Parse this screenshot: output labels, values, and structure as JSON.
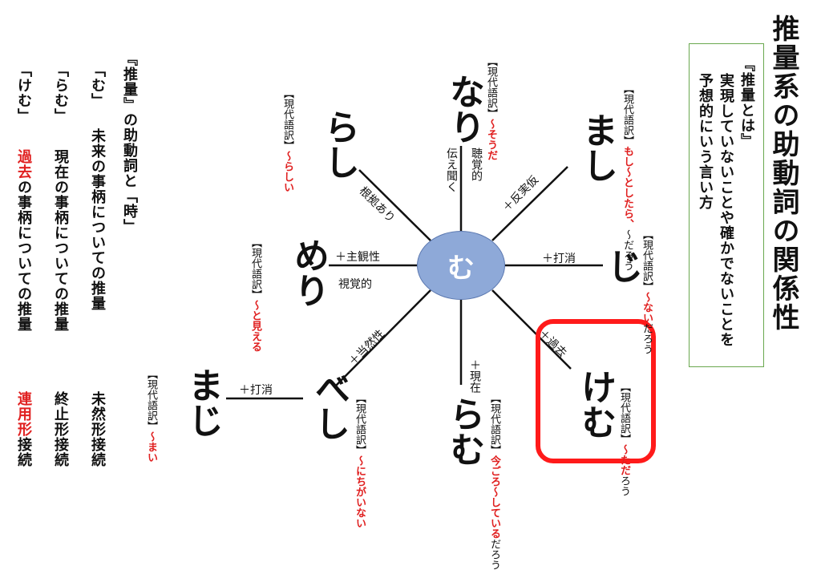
{
  "title": "推量系の助動詞の関係性",
  "definition": {
    "line1": "『推量とは』",
    "line2": "実現していないことや確かでないことを",
    "line3": "予想的にいう言い方"
  },
  "center": "む",
  "trans_head": "【現代語訳】",
  "nodes": {
    "nari": {
      "word": "なり",
      "trans_red": "～そうだ",
      "trans_black": "",
      "edge_a": "聴覚的",
      "edge_b": "伝え聞く"
    },
    "rashi": {
      "word": "らし",
      "trans_red": "～らしい",
      "trans_black": "",
      "edge_a": "根拠あり"
    },
    "mashi": {
      "word": "まし",
      "trans_red": "もし～としたら、",
      "trans_black": "～だろう",
      "edge_a": "＋反実仮"
    },
    "ji": {
      "word": "じ",
      "trans_red": "～ない",
      "trans_black": "だろう",
      "edge_a": "＋打消"
    },
    "meri": {
      "word": "めり",
      "trans_red": "～と見える",
      "trans_black": "",
      "edge_a": "＋主観性",
      "edge_b": "視覚的"
    },
    "kemu": {
      "word": "けむ",
      "trans_red": "～ただ",
      "trans_black": "ろう",
      "edge_a": "＋過去"
    },
    "ramu": {
      "word": "らむ",
      "trans_red": "今ごろ～している",
      "trans_black": "だろう",
      "edge_a": "＋現在"
    },
    "beshi": {
      "word": "べし",
      "trans_red": "～にちがいない",
      "trans_black": "",
      "edge_a": "＋当然性"
    },
    "maji": {
      "word": "まじ",
      "trans_red": "～まい",
      "trans_black": "",
      "edge_a": "＋打消"
    }
  },
  "left_panel": {
    "heading": "『推量』の助動詞と「時」",
    "rows": [
      {
        "word": "「む」",
        "desc": "未来の事柄についての推量",
        "conn": "未然形接続"
      },
      {
        "word": "「らむ」",
        "desc": "現在の事柄についての推量",
        "conn": "終止形接続"
      },
      {
        "word": "「けむ」",
        "desc_red": "過去",
        "desc": "の事柄についての推量",
        "conn_red": "連用形",
        "conn": "接続"
      }
    ]
  }
}
